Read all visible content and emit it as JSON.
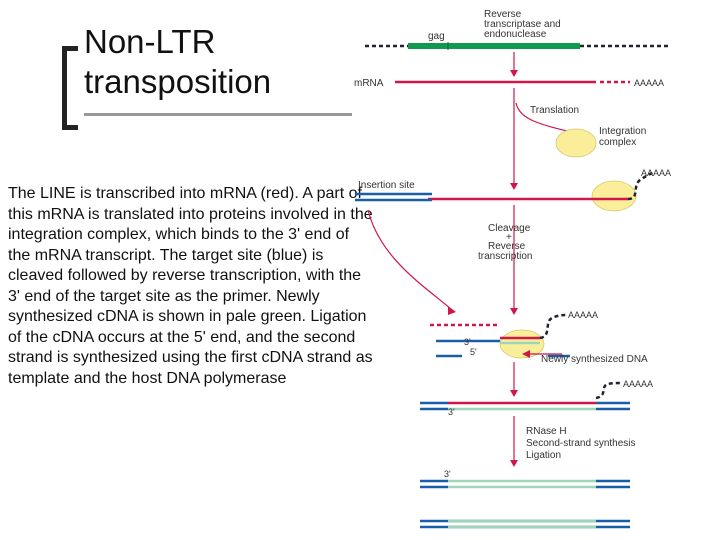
{
  "slide": {
    "title_line1": "Non-LTR",
    "title_line2": "transposition",
    "body": "The LINE is transcribed into mRNA (red). A part of this mRNA is translated into proteins involved in the integration complex, which binds to the 3' end of the mRNA transcript. The target site (blue) is cleaved followed by reverse transcription, with the 3' end of the target site as the primer. Newly synthesized cDNA is shown in pale green. Ligation of the cDNA occurs at the 5' end, and the second strand is synthesized using the first cDNA strand as template and the host DNA polymerase"
  },
  "diagram": {
    "rt_label_1": "Reverse",
    "rt_label_2": "transcriptase and",
    "rt_label_3": "endonuclease",
    "gag_label": "gag",
    "mrna_label": "mRNA",
    "polya": "AAAAA",
    "translation_label": "Translation",
    "integration_label_1": "Integration",
    "integration_label_2": "complex",
    "insertion_label": "Insertion site",
    "cleavage_label_1": "Cleavage",
    "cleavage_label_2": "+",
    "cleavage_label_3": "Reverse",
    "cleavage_label_4": "transcription",
    "three_prime": "3'",
    "five_prime": "5'",
    "new_cdna_label": "Newly synthesized DNA",
    "rnase_label_1": "RNase H",
    "rnase_label_2": "Second-strand synthesis",
    "rnase_label_3": "Ligation",
    "colors": {
      "red": "#d0174a",
      "blue": "#1a5ea8",
      "green": "#0f9a4e",
      "pale_green": "#9fd6b8",
      "yellow": "#fbee9a",
      "dark": "#222233"
    }
  }
}
